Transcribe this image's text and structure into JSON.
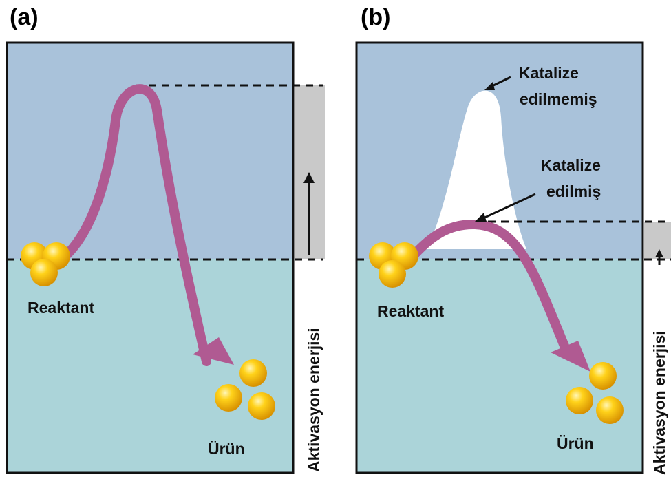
{
  "panels": [
    {
      "label": "(a)",
      "reactant_label": "Reaktant",
      "product_label": "Ürün",
      "energy_axis_label": "Aktivasyon enerjisi"
    },
    {
      "label": "(b)",
      "reactant_label": "Reaktant",
      "product_label": "Ürün",
      "energy_axis_label": "Aktivasyon enerjisi",
      "uncatalyzed_label_line1": "Katalize",
      "uncatalyzed_label_line2": "edilmemiş",
      "catalyzed_label_line1": "Katalize",
      "catalyzed_label_line2": "edilmiş"
    }
  ],
  "colors": {
    "upper_region": "#a9c2da",
    "lower_region": "#abd4d9",
    "arrow": "#b05a92",
    "activation_bar": "#c9c9c9",
    "molecule": "#f5b800",
    "uncatalyzed_hump": "#ffffff"
  }
}
